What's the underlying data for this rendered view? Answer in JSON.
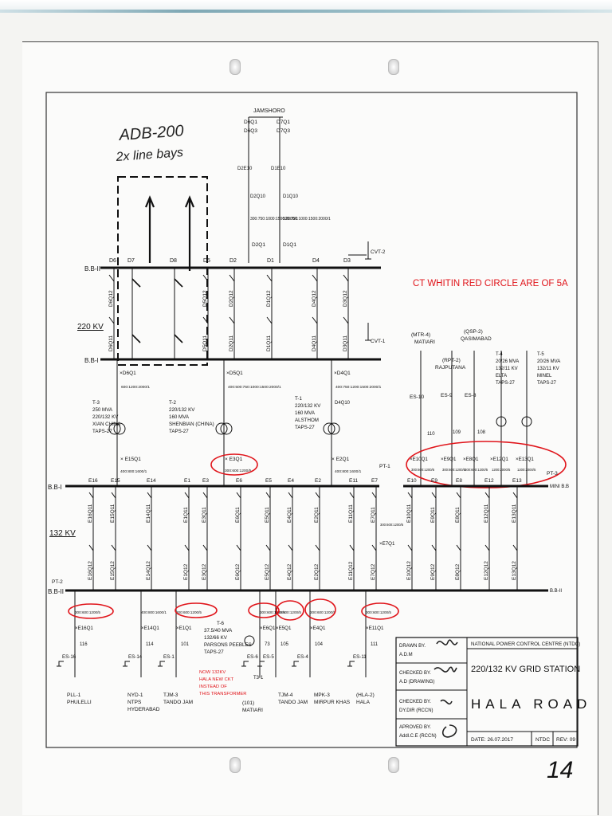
{
  "handwriting": {
    "note_line1": "ADB-200",
    "note_line2": "2x line bays",
    "page_number": "14"
  },
  "annotation": {
    "ct_note": "CT WHITIN RED CIRCLE ARE OF 5A",
    "color": "#e0141a"
  },
  "voltage_labels": {
    "kv220": "220 KV",
    "kv132": "132 KV"
  },
  "busbars": {
    "bb_ii_220": "B.B-II",
    "bb_i_220": "B.B-I",
    "bb_i_132": "B.B-I",
    "bb_ii_132": "B.B-II",
    "bb_ii_132_right": "B.B-II",
    "mini_bb": "MINI B.B"
  },
  "jamshoro": {
    "title": "JAMSHORO",
    "left_top": "D6Q1",
    "left_bottom": "D6Q3",
    "right_top": "D7Q1",
    "right_bottom": "D7Q3",
    "sw_left": "D2E10",
    "sw_right": "D1E10",
    "q10_left": "D2Q10",
    "q10_right": "D1Q10",
    "ct_left": "300:750:1000:1500:2000/1",
    "ct_right": "520:750:1000:1500:2000/1",
    "d2q1": "D2Q1",
    "d1q1": "D1Q1"
  },
  "bays_220": [
    "D6",
    "D7",
    "D8",
    "D5",
    "D2",
    "D1",
    "D4",
    "D3"
  ],
  "isolators_220_top": [
    "D6Q12",
    "D5Q12",
    "D2Q12",
    "D1Q12",
    "D4Q12",
    "D3Q12"
  ],
  "isolators_220_bot": [
    "D6Q11",
    "D5Q11",
    "D2Q11",
    "D1Q11",
    "D4Q11",
    "D3Q11"
  ],
  "cvt": {
    "cvt2": "CVT-2",
    "cvt1": "CVT-1",
    "pt1": "PT-1",
    "pt2": "PT-2",
    "pt3": "PT-3"
  },
  "transformer_breakers_220": [
    "D6Q1",
    "D5Q1",
    "D4Q1"
  ],
  "d4q10": "D4Q10",
  "ct_220": [
    "600:1200:2000/1",
    "400:500:750:1000:1500:2000/1",
    "400:750:1200:1500:2000/1"
  ],
  "transformers": {
    "t3": [
      "T-3",
      "250 MVA",
      "220/132 KV",
      "XIAN CHINA",
      "TAPS-27"
    ],
    "t2": [
      "T-2",
      "220/132 KV",
      "160 MVA",
      "SHENBIAN (CHINA)",
      "TAPS-27"
    ],
    "t1": [
      "T-1",
      "220/132 KV",
      "160 MVA",
      "ALSTHOM",
      "TAPS-27"
    ],
    "t4": [
      "T-4",
      "20/26 MVA",
      "132/11 KV",
      "ELTA",
      "TAPS-27"
    ],
    "t5": [
      "T-5",
      "20/26 MVA",
      "132/11 KV",
      "MINEL",
      "TAPS-27"
    ],
    "t6": [
      "T-6",
      "37.5/40 MVA",
      "132/66 KV",
      "PARSONS PEEBLES",
      "TAPS-27"
    ]
  },
  "lv_breakers": {
    "e15q1": "E15Q1",
    "e3q1": "E3Q1",
    "e2q1": "E2Q1"
  },
  "ct_lv": {
    "t3": "400:800:1600/1",
    "t2": "300:600:1200/5",
    "t1": "400:800:1600/1"
  },
  "right_feeders": {
    "mtr4": [
      "(MTR-4)",
      "MATIARI"
    ],
    "qsp2": [
      "(QSP-2)",
      "QASIMABAD"
    ],
    "rpt2": [
      "(RPT-2)",
      "RAJPUTANA"
    ],
    "es": [
      "ES-10",
      "ES-9",
      "ES-8"
    ],
    "nums": [
      "110",
      "109",
      "108"
    ],
    "breakers": [
      "E10Q1",
      "E9Q1",
      "E8Q1",
      "E12Q1",
      "E13Q1"
    ],
    "cts": [
      "300:600:1200/5",
      "300:600:1200/5",
      "300:600:1200/5",
      "1200:2000/5",
      "1200:2000/5"
    ]
  },
  "bays_132": [
    "E16",
    "E15",
    "E14",
    "E1",
    "E3",
    "E6",
    "E5",
    "E4",
    "E2",
    "E11",
    "E7",
    "E10",
    "E9",
    "E8",
    "E12",
    "E13"
  ],
  "isolators_132_top": [
    "E16Q11",
    "E15Q11",
    "E14Q11",
    "E1Q11",
    "E3Q11",
    "E6Q11",
    "E5Q11",
    "E4Q11",
    "E2Q11",
    "E11Q11",
    "E7Q11",
    "E10Q11",
    "E9Q11",
    "E8Q11",
    "E12Q11",
    "E13Q11"
  ],
  "isolators_132_bot": [
    "E16Q12",
    "E15Q12",
    "E14Q12",
    "E1Q12",
    "E3Q12",
    "E6Q12",
    "E5Q12",
    "E4Q12",
    "E2Q12",
    "E11Q12",
    "E7Q12",
    "E10Q12",
    "E9Q12",
    "E8Q12",
    "E12Q12",
    "E13Q12"
  ],
  "pt_ct": "300:600:1200/5",
  "e7q1": "E7Q1",
  "lower_cts": [
    "300:600:1200/5",
    "400:800:1600/1",
    "300:600:1200/5",
    "300:600:1200/5",
    "300:600:1200/5",
    "300:600:1200/5",
    "300:600:1200/5"
  ],
  "lower_breakers": [
    "E16Q1",
    "E14Q1",
    "E1Q1",
    "E6Q1",
    "E5Q1",
    "E4Q1",
    "E11Q1"
  ],
  "lower_nums": [
    "116",
    "114",
    "101",
    "73",
    "105",
    "104",
    "111"
  ],
  "lower_es": [
    "ES-16",
    "ES-14",
    "ES-1",
    "ES-6",
    "ES-5",
    "ES-4",
    "ES-11"
  ],
  "t6_extra": "T3-1",
  "lower_feeders": {
    "f1": [
      "PLL-1",
      "PHULELLI"
    ],
    "f2": [
      "NYD-1",
      "NTPS",
      "HYDERABAD"
    ],
    "f3": [
      "TJM-3",
      "TANDO JAM"
    ],
    "f4": [
      "(101)",
      "MATIARI"
    ],
    "f5": [
      "TJM-4",
      "TANDO JAM"
    ],
    "f6": [
      "MPK-3",
      "MIRPUR KHAS"
    ],
    "f7": [
      "(HLA-2)",
      "HALA"
    ]
  },
  "t6_note": [
    "NOW 132KV",
    "HALA NEW CKT",
    "INSTEAD OF",
    "THIS TRANSFORMER"
  ],
  "title_block": {
    "drawn_by": "DRAWN BY.",
    "drawn_name": "A.D.M",
    "checked1": "CHECKED BY.",
    "checked1_name": "A.D (DRAWING)",
    "checked2": "CHECKED BY.",
    "checked2_name": "DY.DIR (RCCN)",
    "approved": "APROVED BY.",
    "approved_name": "Addl.C.E (RCCN)",
    "org": "NATIONAL POWER CONTROL CENTRE (NTDC)",
    "station": "220/132 KV GRID STATION",
    "name": "HALA ROAD",
    "date": "DATE: 26.07.2017",
    "ntdc": "NTDC",
    "rev": "REV: 09"
  }
}
